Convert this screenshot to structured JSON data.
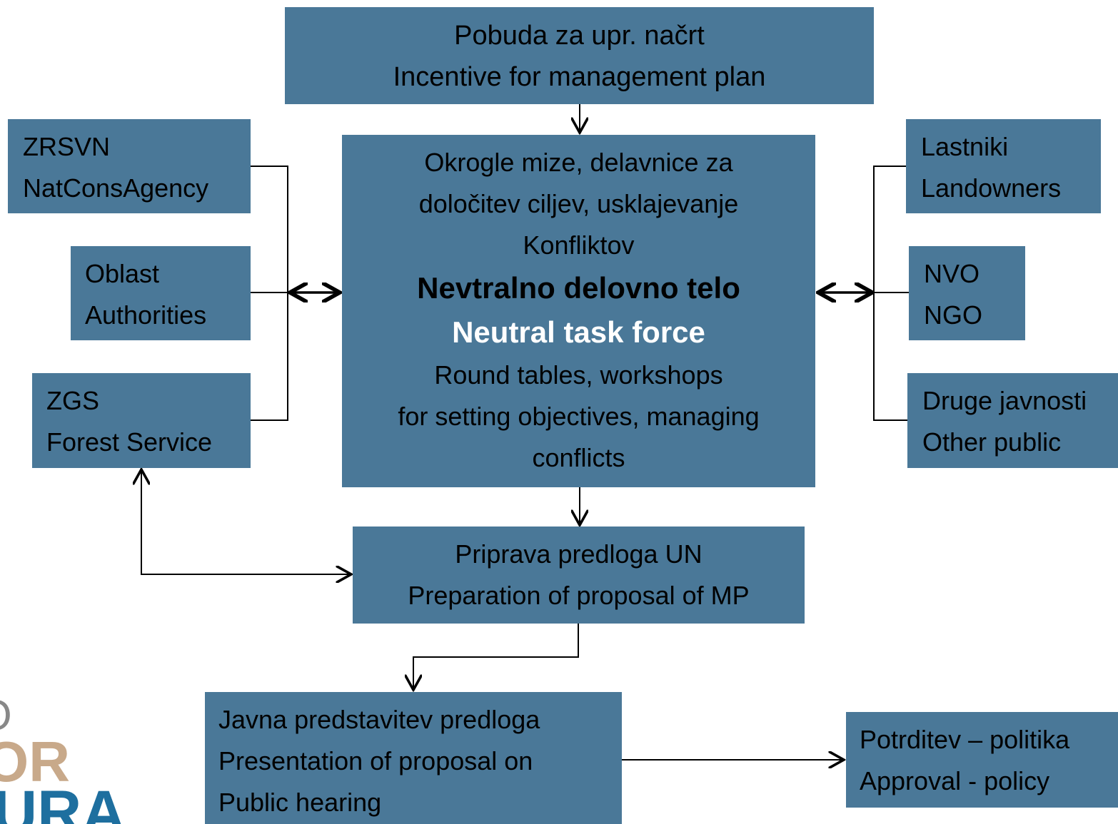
{
  "nodes": {
    "incentive": {
      "line1": "Pobuda za upr. načrt",
      "line2": "Incentive for management plan"
    },
    "center": {
      "line1": "Okrogle mize, delavnice za",
      "line2": "določitev ciljev, usklajevanje",
      "line3": "Konfliktov",
      "bold1": "Nevtralno delovno telo",
      "bold2": "Neutral task force",
      "line4": "Round tables, workshops",
      "line5": "for setting objectives, managing",
      "line6": "conflicts"
    },
    "zrsvn": {
      "line1": "ZRSVN",
      "line2": "NatConsAgency"
    },
    "oblast": {
      "line1": "Oblast",
      "line2": "Authorities"
    },
    "zgs": {
      "line1": "ZGS",
      "line2": "Forest Service"
    },
    "lastniki": {
      "line1": "Lastniki",
      "line2": "Landowners"
    },
    "nvo": {
      "line1": "NVO",
      "line2": "NGO"
    },
    "druge": {
      "line1": "Druge javnosti",
      "line2": "Other public"
    },
    "priprava": {
      "line1": "Priprava predloga UN",
      "line2": "Preparation of proposal of MP"
    },
    "javna": {
      "line1": "Javna predstavitev predloga",
      "line2": "Presentation of proposal on",
      "line3": "Public hearing"
    },
    "potrditev": {
      "line1": "Potrditev – politika",
      "line2": "Approval - policy"
    }
  },
  "logo": {
    "letters": [
      "O",
      "OR",
      "URA"
    ]
  },
  "colors": {
    "box_fill": "#4a7898",
    "text": "#000000",
    "bold_white": "#ffffff",
    "line": "#000000"
  }
}
